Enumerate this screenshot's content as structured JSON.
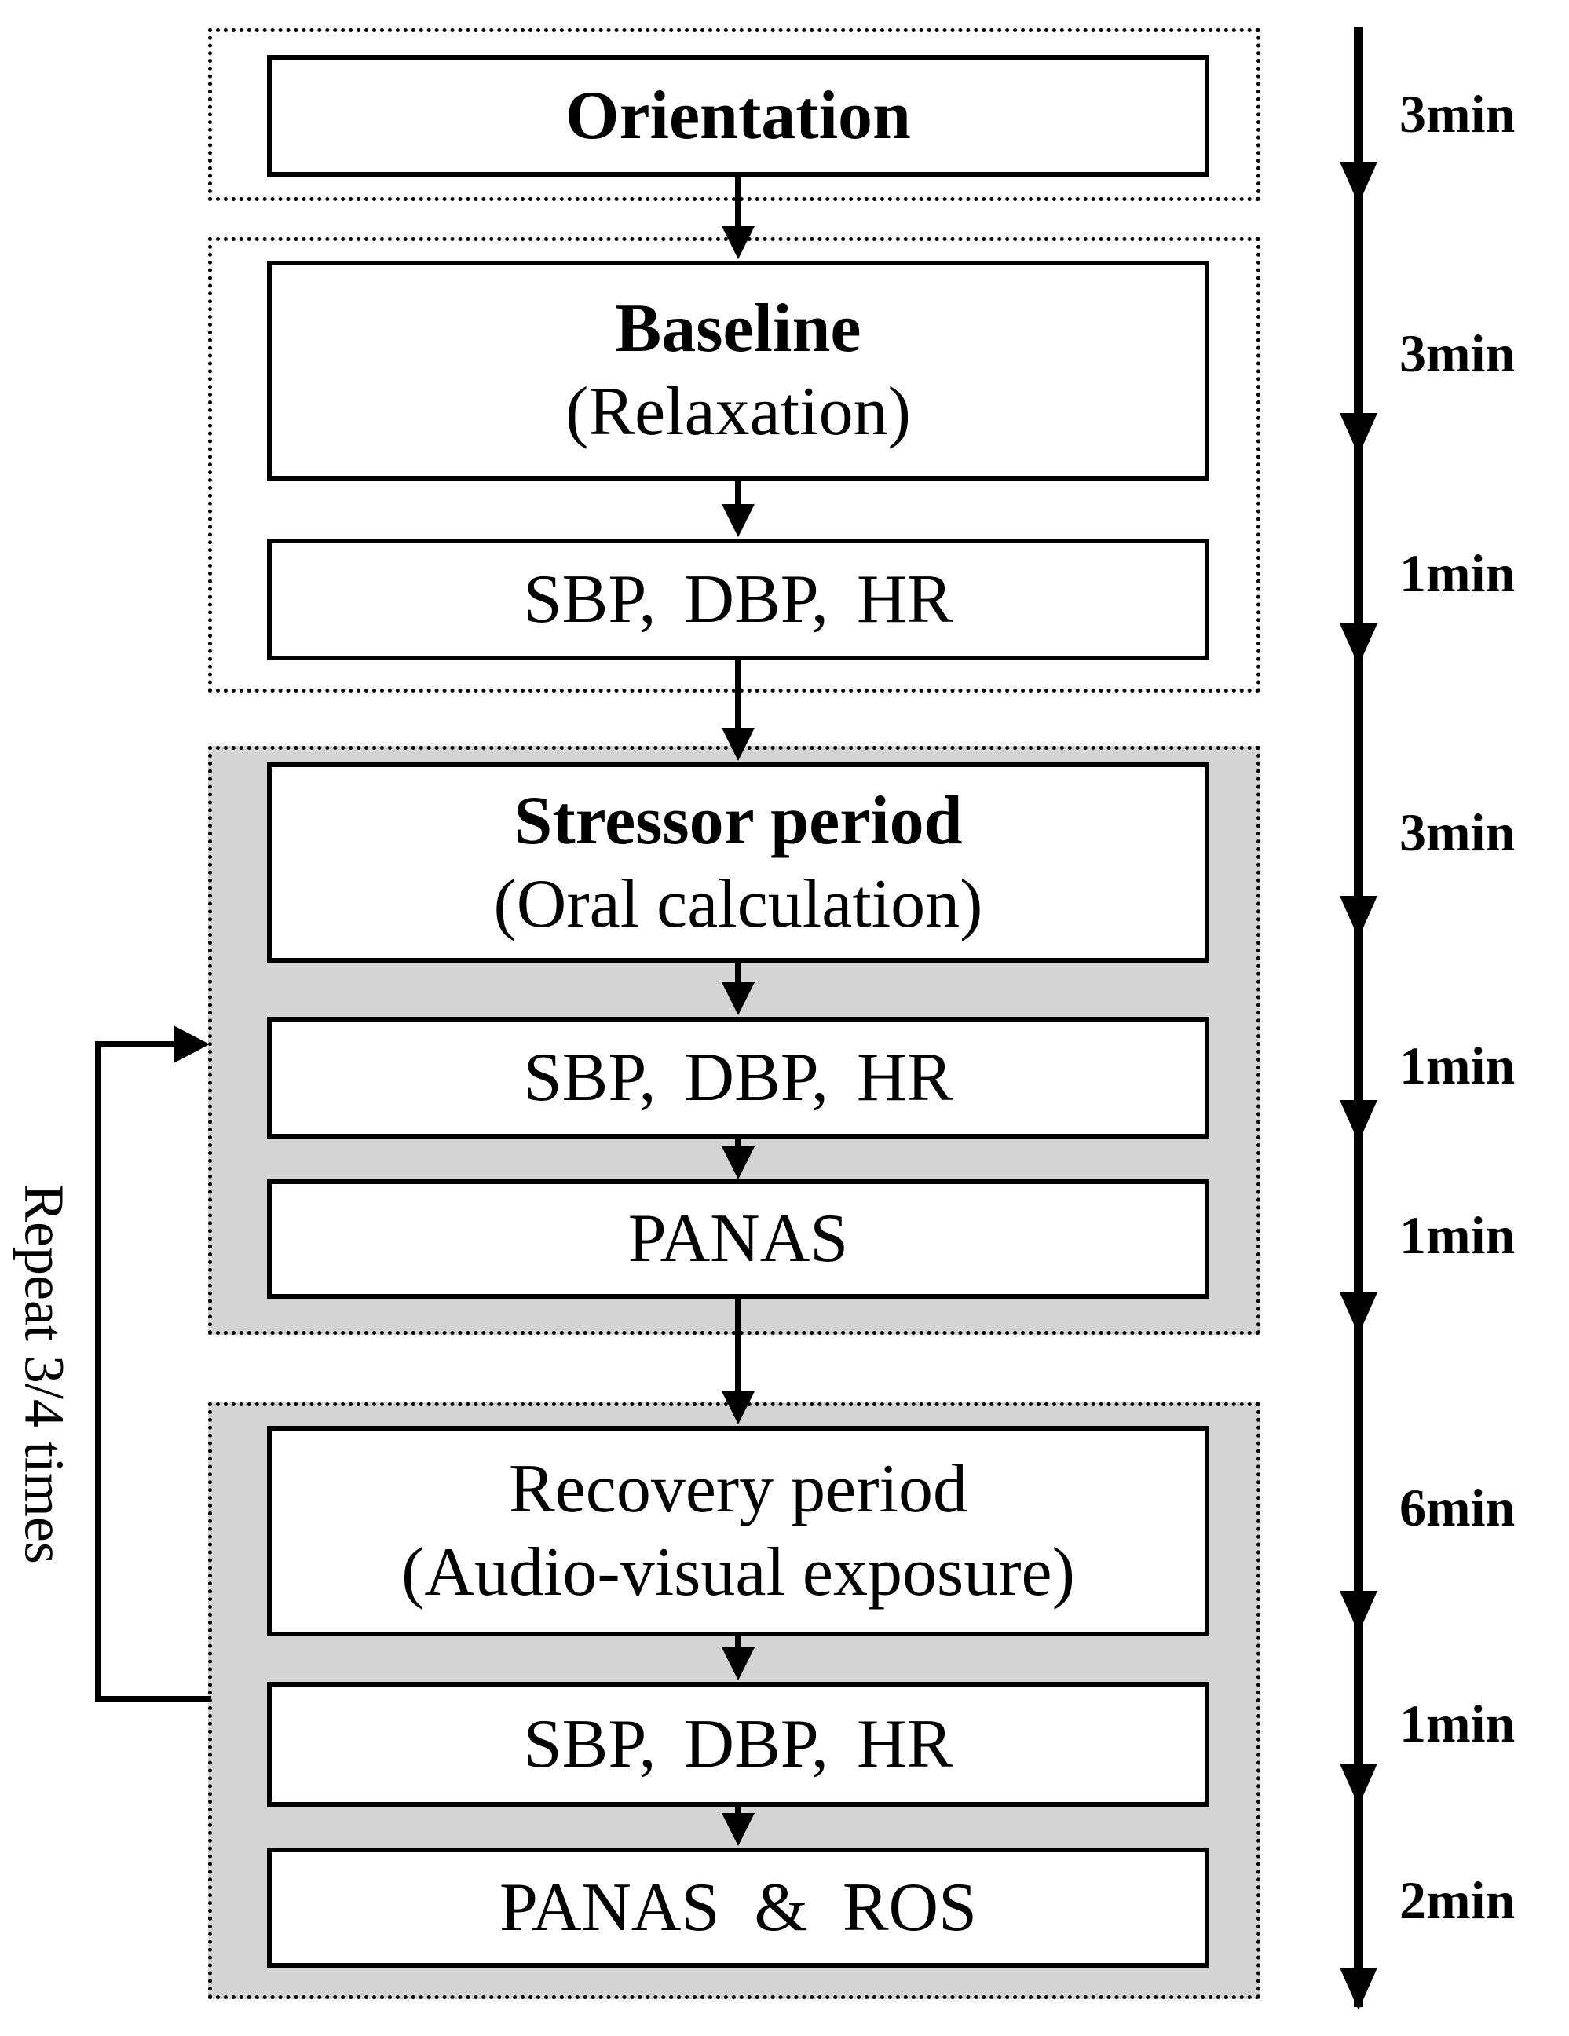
{
  "colors": {
    "section_gray": "#d4d4d4",
    "section_white": "#ffffff",
    "line": "#000000"
  },
  "flow": {
    "orientation": {
      "title": "Orientation"
    },
    "baseline": {
      "title": "Baseline",
      "subtitle": "(Relaxation)"
    },
    "baseline_measure": {
      "title": "SBP, DBP, HR"
    },
    "stressor": {
      "title": "Stressor period",
      "subtitle": "(Oral calculation)"
    },
    "stressor_measure": {
      "title": "SBP, DBP, HR"
    },
    "stressor_panas": {
      "title": "PANAS"
    },
    "recovery": {
      "title": "Recovery period",
      "subtitle": "(Audio-visual exposure)"
    },
    "recovery_measure": {
      "title": "SBP, DBP, HR"
    },
    "recovery_panas_ros": {
      "title": "PANAS  &  ROS"
    }
  },
  "timeline": {
    "durations": [
      "3min",
      "3min",
      "1min",
      "3min",
      "1min",
      "1min",
      "6min",
      "1min",
      "2min"
    ]
  },
  "repeat": {
    "label": "Repeat 3/4 times"
  }
}
